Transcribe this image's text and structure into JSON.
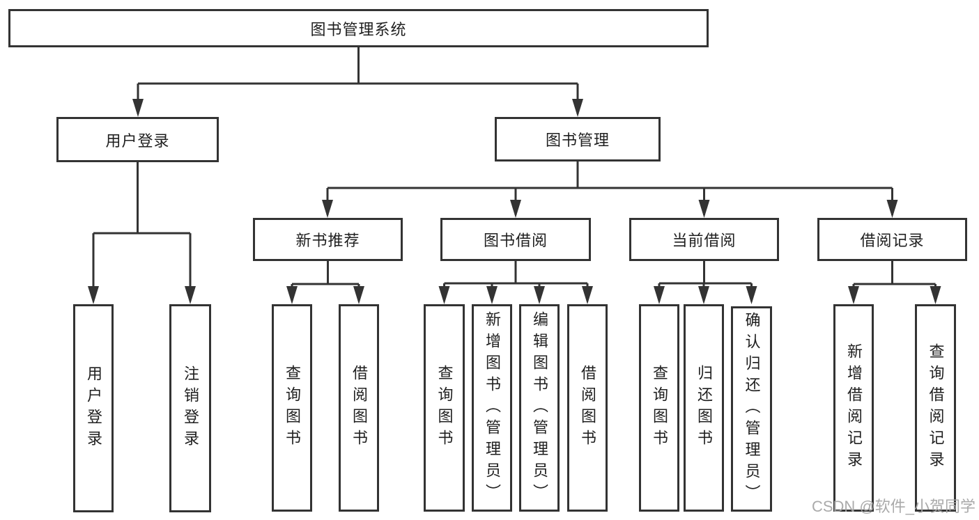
{
  "diagram_title": "图书管理系统",
  "nodes": {
    "root": "图书管理系统",
    "user_login": "用户登录",
    "book_management": "图书管理",
    "new_book_recommend": "新书推荐",
    "book_borrow": "图书借阅",
    "current_borrow": "当前借阅",
    "borrow_record": "借阅记录",
    "leaf_user_login": "用户登录",
    "leaf_logout_login": "注销登录",
    "leaf_query_book_recommend": "查询图书",
    "leaf_borrow_book_recommend": "借阅图书",
    "leaf_query_book_borrow": "查询图书",
    "leaf_add_book_admin": "新增图书（管理员）",
    "leaf_edit_book_admin": "编辑图书（管理员）",
    "leaf_borrow_book_borrow": "借阅图书",
    "leaf_query_book_current": "查询图书",
    "leaf_return_book": "归还图书",
    "leaf_confirm_return_admin": "确认归还（管理员）",
    "leaf_add_borrow_record": "新增借阅记录",
    "leaf_query_borrow_record": "查询借阅记录"
  },
  "hierarchy": {
    "图书管理系统": {
      "用户登录": [
        "用户登录",
        "注销登录"
      ],
      "图书管理": {
        "新书推荐": [
          "查询图书",
          "借阅图书"
        ],
        "图书借阅": [
          "查询图书",
          "新增图书（管理员）",
          "编辑图书（管理员）",
          "借阅图书"
        ],
        "当前借阅": [
          "查询图书",
          "归还图书",
          "确认归还（管理员）"
        ],
        "借阅记录": [
          "新增借阅记录",
          "查询借阅记录"
        ]
      }
    }
  },
  "colors": {
    "line": "#333333",
    "text": "#1f1f1f",
    "background": "#ffffff",
    "watermark": "#a5a5a5"
  },
  "watermark": "CSDN @软件_小贺同学"
}
